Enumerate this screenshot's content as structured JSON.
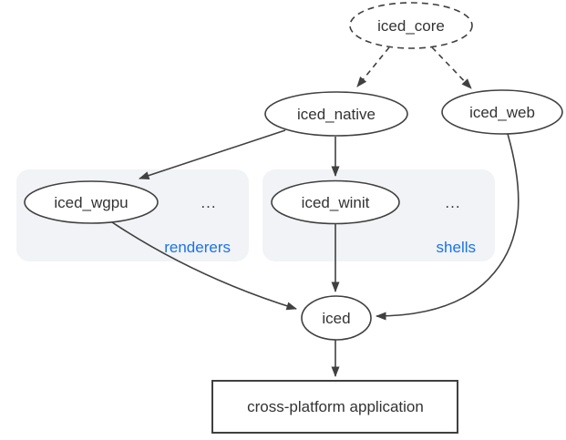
{
  "diagram": {
    "description": "iced crate dependency graph",
    "nodes": {
      "iced_core": {
        "label": "iced_core",
        "shape": "ellipse",
        "style": "dashed"
      },
      "iced_native": {
        "label": "iced_native",
        "shape": "ellipse",
        "style": "solid"
      },
      "iced_web": {
        "label": "iced_web",
        "shape": "ellipse",
        "style": "solid"
      },
      "iced_wgpu": {
        "label": "iced_wgpu",
        "shape": "ellipse",
        "style": "solid",
        "group": "renderers"
      },
      "iced_winit": {
        "label": "iced_winit",
        "shape": "ellipse",
        "style": "solid",
        "group": "shells"
      },
      "iced": {
        "label": "iced",
        "shape": "ellipse",
        "style": "solid"
      },
      "application": {
        "label": "cross-platform application",
        "shape": "rectangle",
        "style": "solid"
      }
    },
    "groups": {
      "renderers": {
        "label": "renderers",
        "more": "..."
      },
      "shells": {
        "label": "shells",
        "more": "..."
      }
    },
    "edges": [
      {
        "from": "iced_core",
        "to": "iced_native",
        "style": "dashed"
      },
      {
        "from": "iced_core",
        "to": "iced_web",
        "style": "dashed"
      },
      {
        "from": "iced_native",
        "to": "iced_wgpu",
        "style": "solid"
      },
      {
        "from": "iced_native",
        "to": "iced_winit",
        "style": "solid"
      },
      {
        "from": "iced_wgpu",
        "to": "iced",
        "style": "solid"
      },
      {
        "from": "iced_winit",
        "to": "iced",
        "style": "solid"
      },
      {
        "from": "iced_web",
        "to": "iced",
        "style": "solid"
      },
      {
        "from": "iced",
        "to": "application",
        "style": "solid"
      }
    ]
  },
  "colors": {
    "background": "#ffffff",
    "node_fill": "#ffffff",
    "stroke": "#404040",
    "text": "#333333",
    "group_fill": "#f1f3f6",
    "group_label": "#1a73e8"
  }
}
